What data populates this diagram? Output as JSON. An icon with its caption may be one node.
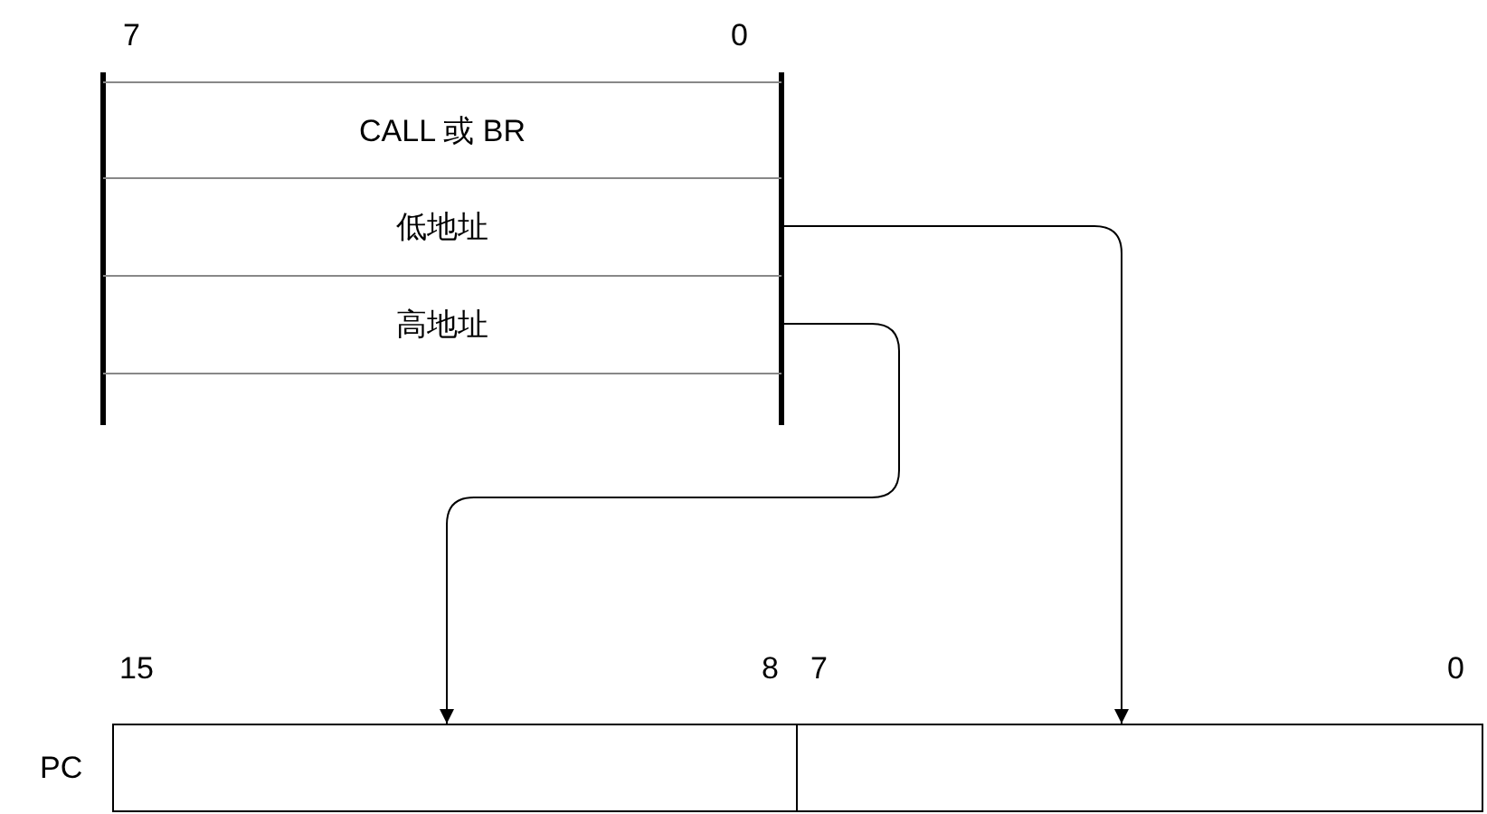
{
  "diagram": {
    "nodes": [
      {
        "text": [
          "CALL 或 BR"
        ]
      },
      {
        "text": [
          "低地址"
        ]
      },
      {
        "text": [
          "高地址"
        ]
      },
      {
        "text": [],
        "shape": "box"
      },
      {
        "text": [],
        "shape": "box"
      },
      {
        "text": [],
        "shape": "box"
      }
    ],
    "edges": [
      {
        "from": 1,
        "to": 5,
        "arrow": "to"
      },
      {
        "from": 2,
        "to": 4,
        "arrow": "to"
      }
    ],
    "labels": [
      "7",
      "0",
      "15",
      "8",
      "7",
      "0",
      "PC"
    ]
  }
}
